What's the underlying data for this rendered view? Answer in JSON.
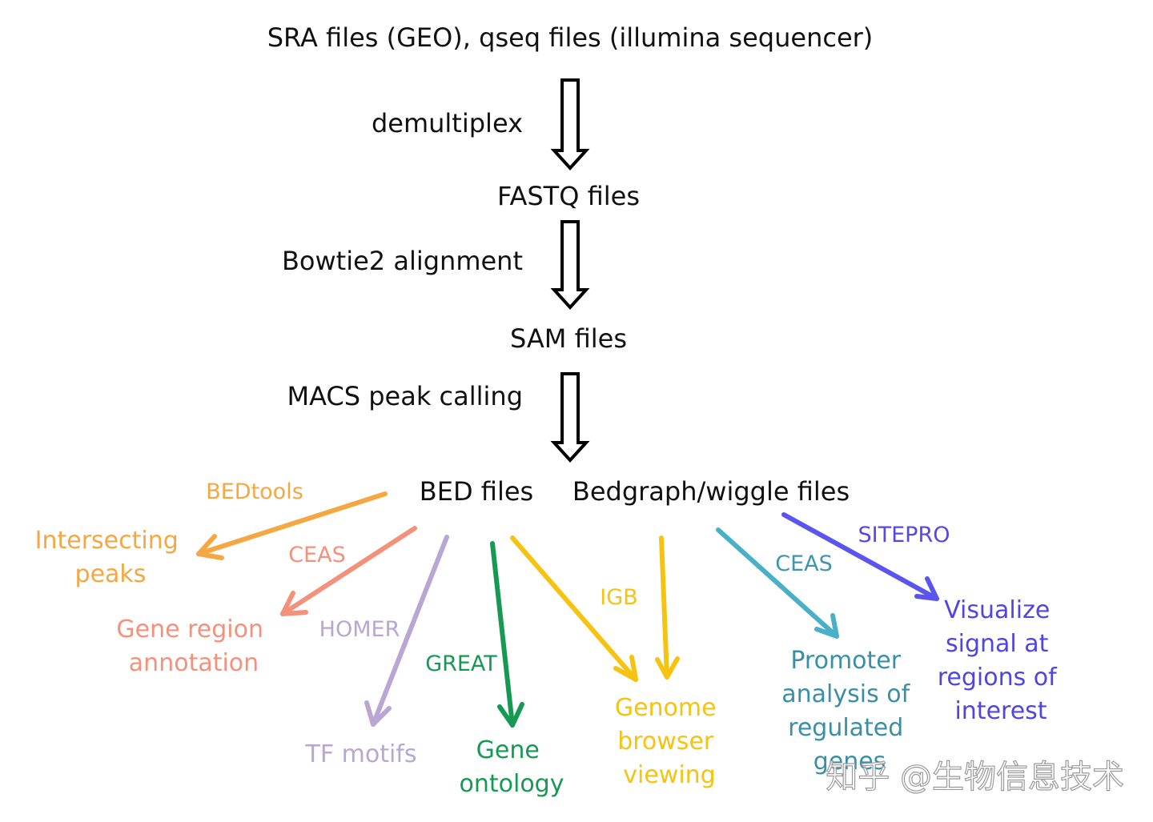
{
  "pipeline": {
    "source": "SRA files (GEO), qseq files (illumina sequencer)",
    "step1": "demultiplex",
    "fastq": "FASTQ files",
    "step2": "Bowtie2 alignment",
    "sam": "SAM files",
    "step3": "MACS peak calling",
    "bed": "BED files",
    "bedgraph": "Bedgraph/wiggle files"
  },
  "branches": {
    "bedtools": {
      "tool": "BEDtools",
      "result": [
        "Intersecting",
        "peaks"
      ],
      "color": "#F4A742"
    },
    "ceas_bed": {
      "tool": "CEAS",
      "result": [
        "Gene region",
        "annotation"
      ],
      "color": "#F4917A"
    },
    "homer": {
      "tool": "HOMER",
      "result": [
        "TF motifs"
      ],
      "color": "#B9A6D3"
    },
    "great": {
      "tool": "GREAT",
      "result": [
        "Gene",
        "ontology"
      ],
      "color": "#169A53"
    },
    "igb": {
      "tool": "IGB",
      "result": [
        "Genome",
        "browser",
        "viewing"
      ],
      "color": "#F6C312"
    },
    "ceas_bg": {
      "tool": "CEAS",
      "result": [
        "Promoter",
        "analysis of",
        "regulated",
        "genes"
      ],
      "color": "#4AB0C8",
      "tool_color": "#3E96AE",
      "result_color": "#3A8FA8"
    },
    "sitepro": {
      "tool": "SITEPRO",
      "result": [
        "Visualize",
        "signal at",
        "regions of",
        "interest"
      ],
      "color": "#5A55F0",
      "tool_color": "#5548E6",
      "result_color": "#4F45E0"
    }
  },
  "watermark": "知乎 @生物信息技术"
}
